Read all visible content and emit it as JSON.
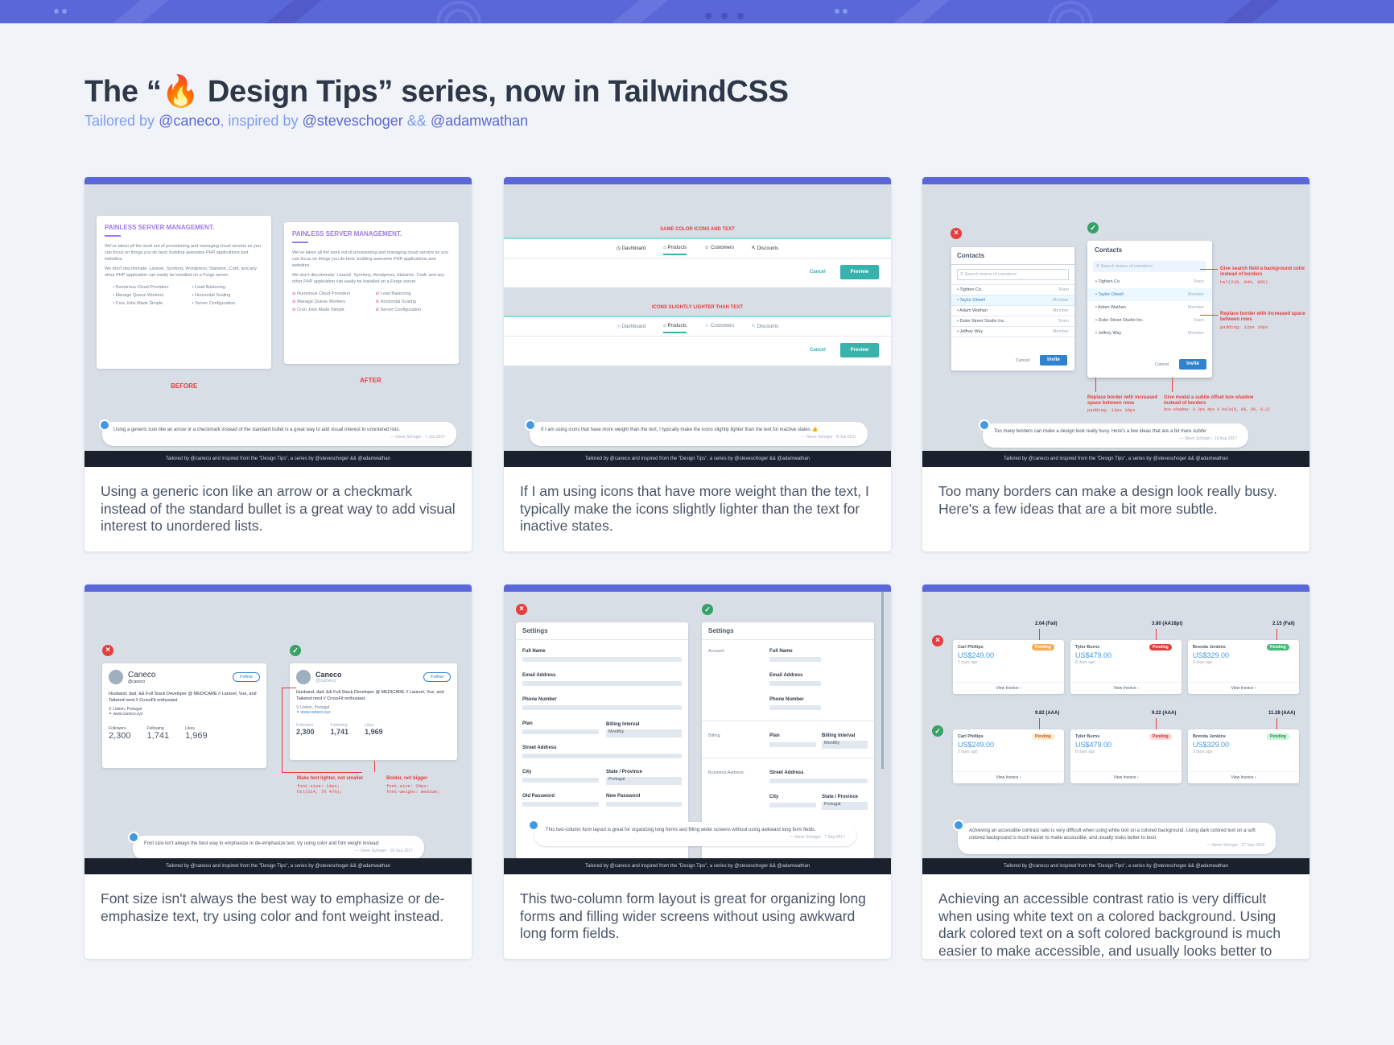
{
  "header": {
    "title_prefix": "The “",
    "title_emoji": "🔥",
    "title_bold": " Design Tips",
    "title_suffix": "” series, now in TailwindCSS",
    "sub_tailored": "Tailored by ",
    "sub_caneco": "@caneco",
    "sub_inspired": ", inspired by ",
    "sub_steve": "@steveschoger",
    "sub_amp": " && ",
    "sub_adam": "@adamwathan"
  },
  "footer_strip": "Tailored by @caneco and inspired from the \"Design Tips\", a series by @steveschoger && @adamwathan",
  "cards": [
    {
      "caption": "Using a generic icon like an arrow or a checkmark instead of the standard bullet is a great way to add visual interest to unordered lists.",
      "heading": "PAINLESS SERVER MANAGEMENT.",
      "body1": "We've taken all the work out of provisioning and managing cloud servers so you can focus on things you do best: building awesome PHP applications and websites.",
      "body2": "We don't discriminate: Laravel, Symfony, Wordpress, Statamic, Craft, and any other PHP application can easily be installed on a Forge server.",
      "items": [
        "Numerous Cloud Providers",
        "Load Balancing",
        "Manage Queue Workers",
        "Horizontal Scaling",
        "Cron Jobs Made Simple",
        "Server Configuration"
      ],
      "before": "BEFORE",
      "after": "AFTER",
      "tweet": "Using a generic icon like an arrow or a checkmark instead of the standard bullet is a great way to add visual interest to unordered lists.",
      "cite": "— Steve Schoger · 7 Jun 2017"
    },
    {
      "caption": "If I am using icons that have more weight than the text, I typically make the icons slightly lighter than the text for inactive states.",
      "label1": "SAME COLOR ICONS AND TEXT",
      "label2": "ICONS SLIGHTLY LIGHTER THAN TEXT",
      "tabs": [
        "Dashboard",
        "Products",
        "Customers",
        "Discounts"
      ],
      "cancel": "Cancel",
      "preview": "Preview",
      "tweet": "If I am using icons that have more weight than the text, I typically make the icons slightly lighter than the text for inactive states 👍",
      "cite": "— Steve Schoger · 8 Jun 2017"
    },
    {
      "caption": "Too many borders can make a design look really busy. Here's a few ideas that are a bit more subtle.",
      "contacts": "Contacts",
      "search_placeholder": "Search teams of members",
      "rows": [
        {
          "name": "Tighten Co.",
          "role": "Team"
        },
        {
          "name": "Taylor Otwell",
          "role": "Member"
        },
        {
          "name": "Adam Wathan",
          "role": "Member"
        },
        {
          "name": "Duke Street Studio Inc.",
          "role": "Team"
        },
        {
          "name": "Jeffrey Way",
          "role": "Member"
        }
      ],
      "cancel": "Cancel",
      "invite": "Invite",
      "note1": "Give search field a background color instead of borders",
      "code1": "hsl(210, 94%, 96%)",
      "note2": "Replace border with increased space between rows",
      "code2": "padding: 12px 10px",
      "note3": "Replace border with increased space between rows",
      "code3": "padding: 12px 10px",
      "note4": "Give modal a subtle offset box-shadow instead of borders",
      "code4": "box-shadow: 0 2px 4px 0 hsla(0, 0%, 0%, 0.2)",
      "tweet": "Too many borders can make a design look really busy. Here's a few ideas that are a bit more subtle:",
      "cite": "— Steve Schoger · 10 Aug 2017"
    },
    {
      "caption": "Font size isn't always the best way to emphasize or de-emphasize text, try using color and font weight instead.",
      "name": "Caneco",
      "handle": "@caneco",
      "follow": "Follow",
      "bio": "Husband, dad; && Full Stack Developer @ MEDICARE // Laravel, Vue, and Tailwind nerd // CrossFit enthusiast",
      "location": "Lisbon, Portugal",
      "site": "www.caneco.xyz",
      "stats": [
        {
          "label": "Followers",
          "value": "2,300"
        },
        {
          "label": "Following",
          "value": "1,741"
        },
        {
          "label": "Likes",
          "value": "1,969"
        }
      ],
      "note1": "Make text lighter, not smaller",
      "code1a": "font-size: 14px;",
      "code1b": "hsl(214, 7% 47%);",
      "note2": "Bolder, not bigger",
      "code2a": "font-size: 20px;",
      "code2b": "font-weight: medium;",
      "tweet": "Font size isn't always the best way to emphasize or de-emphasize text, try using color and font weight instead:",
      "cite": "— Steve Schoger · 18 Sep 2017"
    },
    {
      "caption": "This two-column form layout is great for organizing long forms and filling wider screens without using awkward long form fields.",
      "settings": "Settings",
      "fields_left": [
        "Full Name",
        "Email Address",
        "Phone Number"
      ],
      "plan": "Plan",
      "billing_interval": "Billing Interval",
      "monthly": "Monthly",
      "street": "Street Address",
      "city": "City",
      "state": "State / Province",
      "portugal": "Portugal",
      "old_password": "Old Password",
      "new_password": "New Password",
      "account": "Account",
      "billing": "Billing",
      "business_address": "Business Address",
      "tweet": "This two-column form layout is great for organizing long forms and filling wider screens without using awkward long form fields.",
      "cite": "— Steve Schoger · 7 Sep 2017"
    },
    {
      "caption": "Achieving an accessible contrast ratio is very difficult when using white text on a colored background. Using dark colored text on a soft colored background is much easier to make accessible, and usually looks better to boot.",
      "ratios_top": [
        "2.04 (Fail)",
        "3.80 (AA18pt)",
        "2.15 (Fail)"
      ],
      "ratios_bottom": [
        "9.82 (AAA)",
        "9.22 (AAA)",
        "11.28 (AAA)"
      ],
      "invoices": [
        {
          "name": "Carl Phillips",
          "amount": "US$249.00",
          "ago": "2 days ago",
          "status": "Pending"
        },
        {
          "name": "Tyler Burns",
          "amount": "US$479.00",
          "ago": "8 days ago",
          "status": "Pending"
        },
        {
          "name": "Brenda Jenkins",
          "amount": "US$329.00",
          "ago": "9 days ago",
          "status": "Pending"
        }
      ],
      "view_invoice": "View Invoice ›",
      "tweet": "Achieving an accessible contrast ratio is very difficult when using white text on a colored background. Using dark colored text on a soft colored background is much easier to make accessible, and usually looks better to boot",
      "cite": "— Steve Schoger · 27 Sep 2018"
    }
  ],
  "colors": {
    "accent": "#5a67d8",
    "background": "#f0f4f8",
    "footer": "#1a202c",
    "teal": "#38b2ac",
    "danger": "#e53e3e",
    "success": "#38a169"
  }
}
